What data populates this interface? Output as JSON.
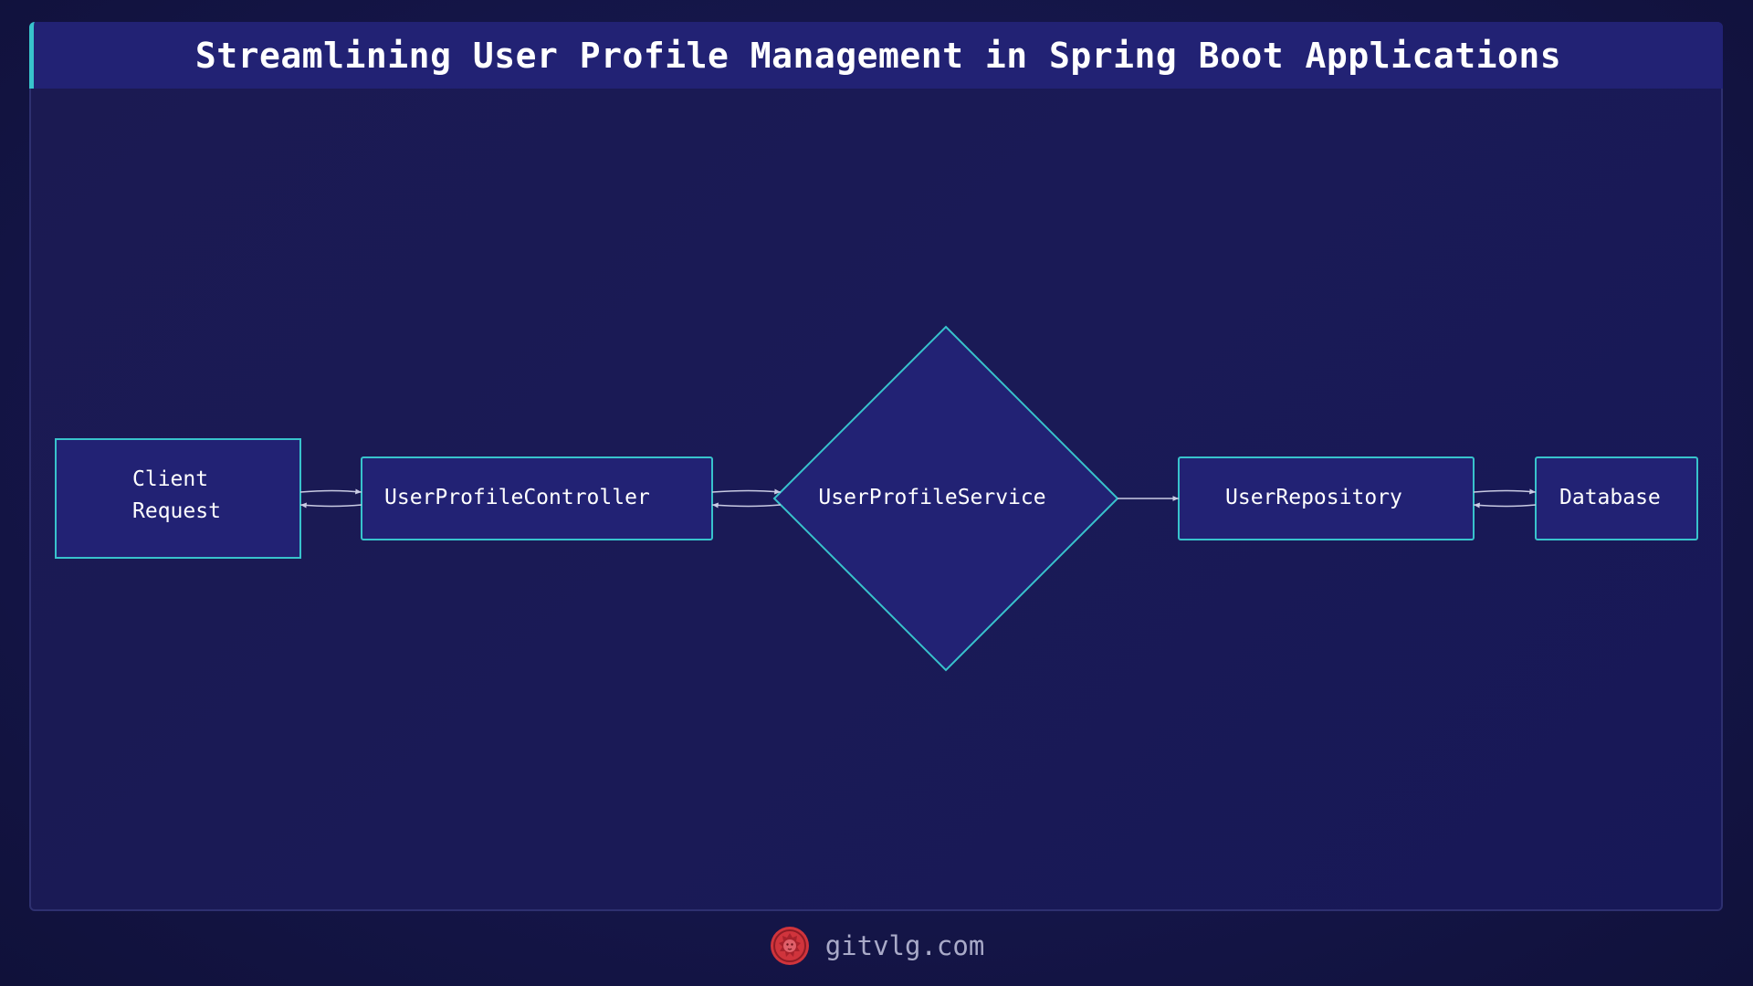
{
  "title": "Streamlining User Profile Management in Spring Boot Applications",
  "nodes": {
    "client_request": {
      "line1": "Client",
      "line2": "Request"
    },
    "controller": {
      "label": "UserProfileController"
    },
    "service": {
      "label": "UserProfileService"
    },
    "repository": {
      "label": "UserRepository"
    },
    "database": {
      "label": "Database"
    }
  },
  "footer": {
    "logo_icon": "lion-logo-icon",
    "text": "gitvlg.com"
  },
  "colors": {
    "node_fill": "#222274",
    "node_border": "#38c3cc",
    "accent": "#38c3cc",
    "logo": "#d0343c",
    "arrow": "#c9cbe3"
  }
}
